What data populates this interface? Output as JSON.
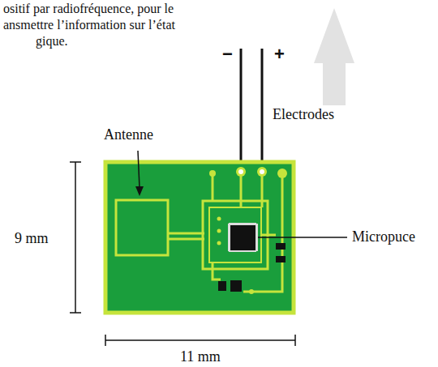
{
  "diagram": {
    "labels": [
      "ositif par radiofréquence, pour le",
      "ansmettre l’information sur l’état",
      "gique.",
      "−",
      "+",
      "Electrodes",
      "Antenne",
      "Micropuce",
      "9 mm",
      "11 mm"
    ]
  }
}
